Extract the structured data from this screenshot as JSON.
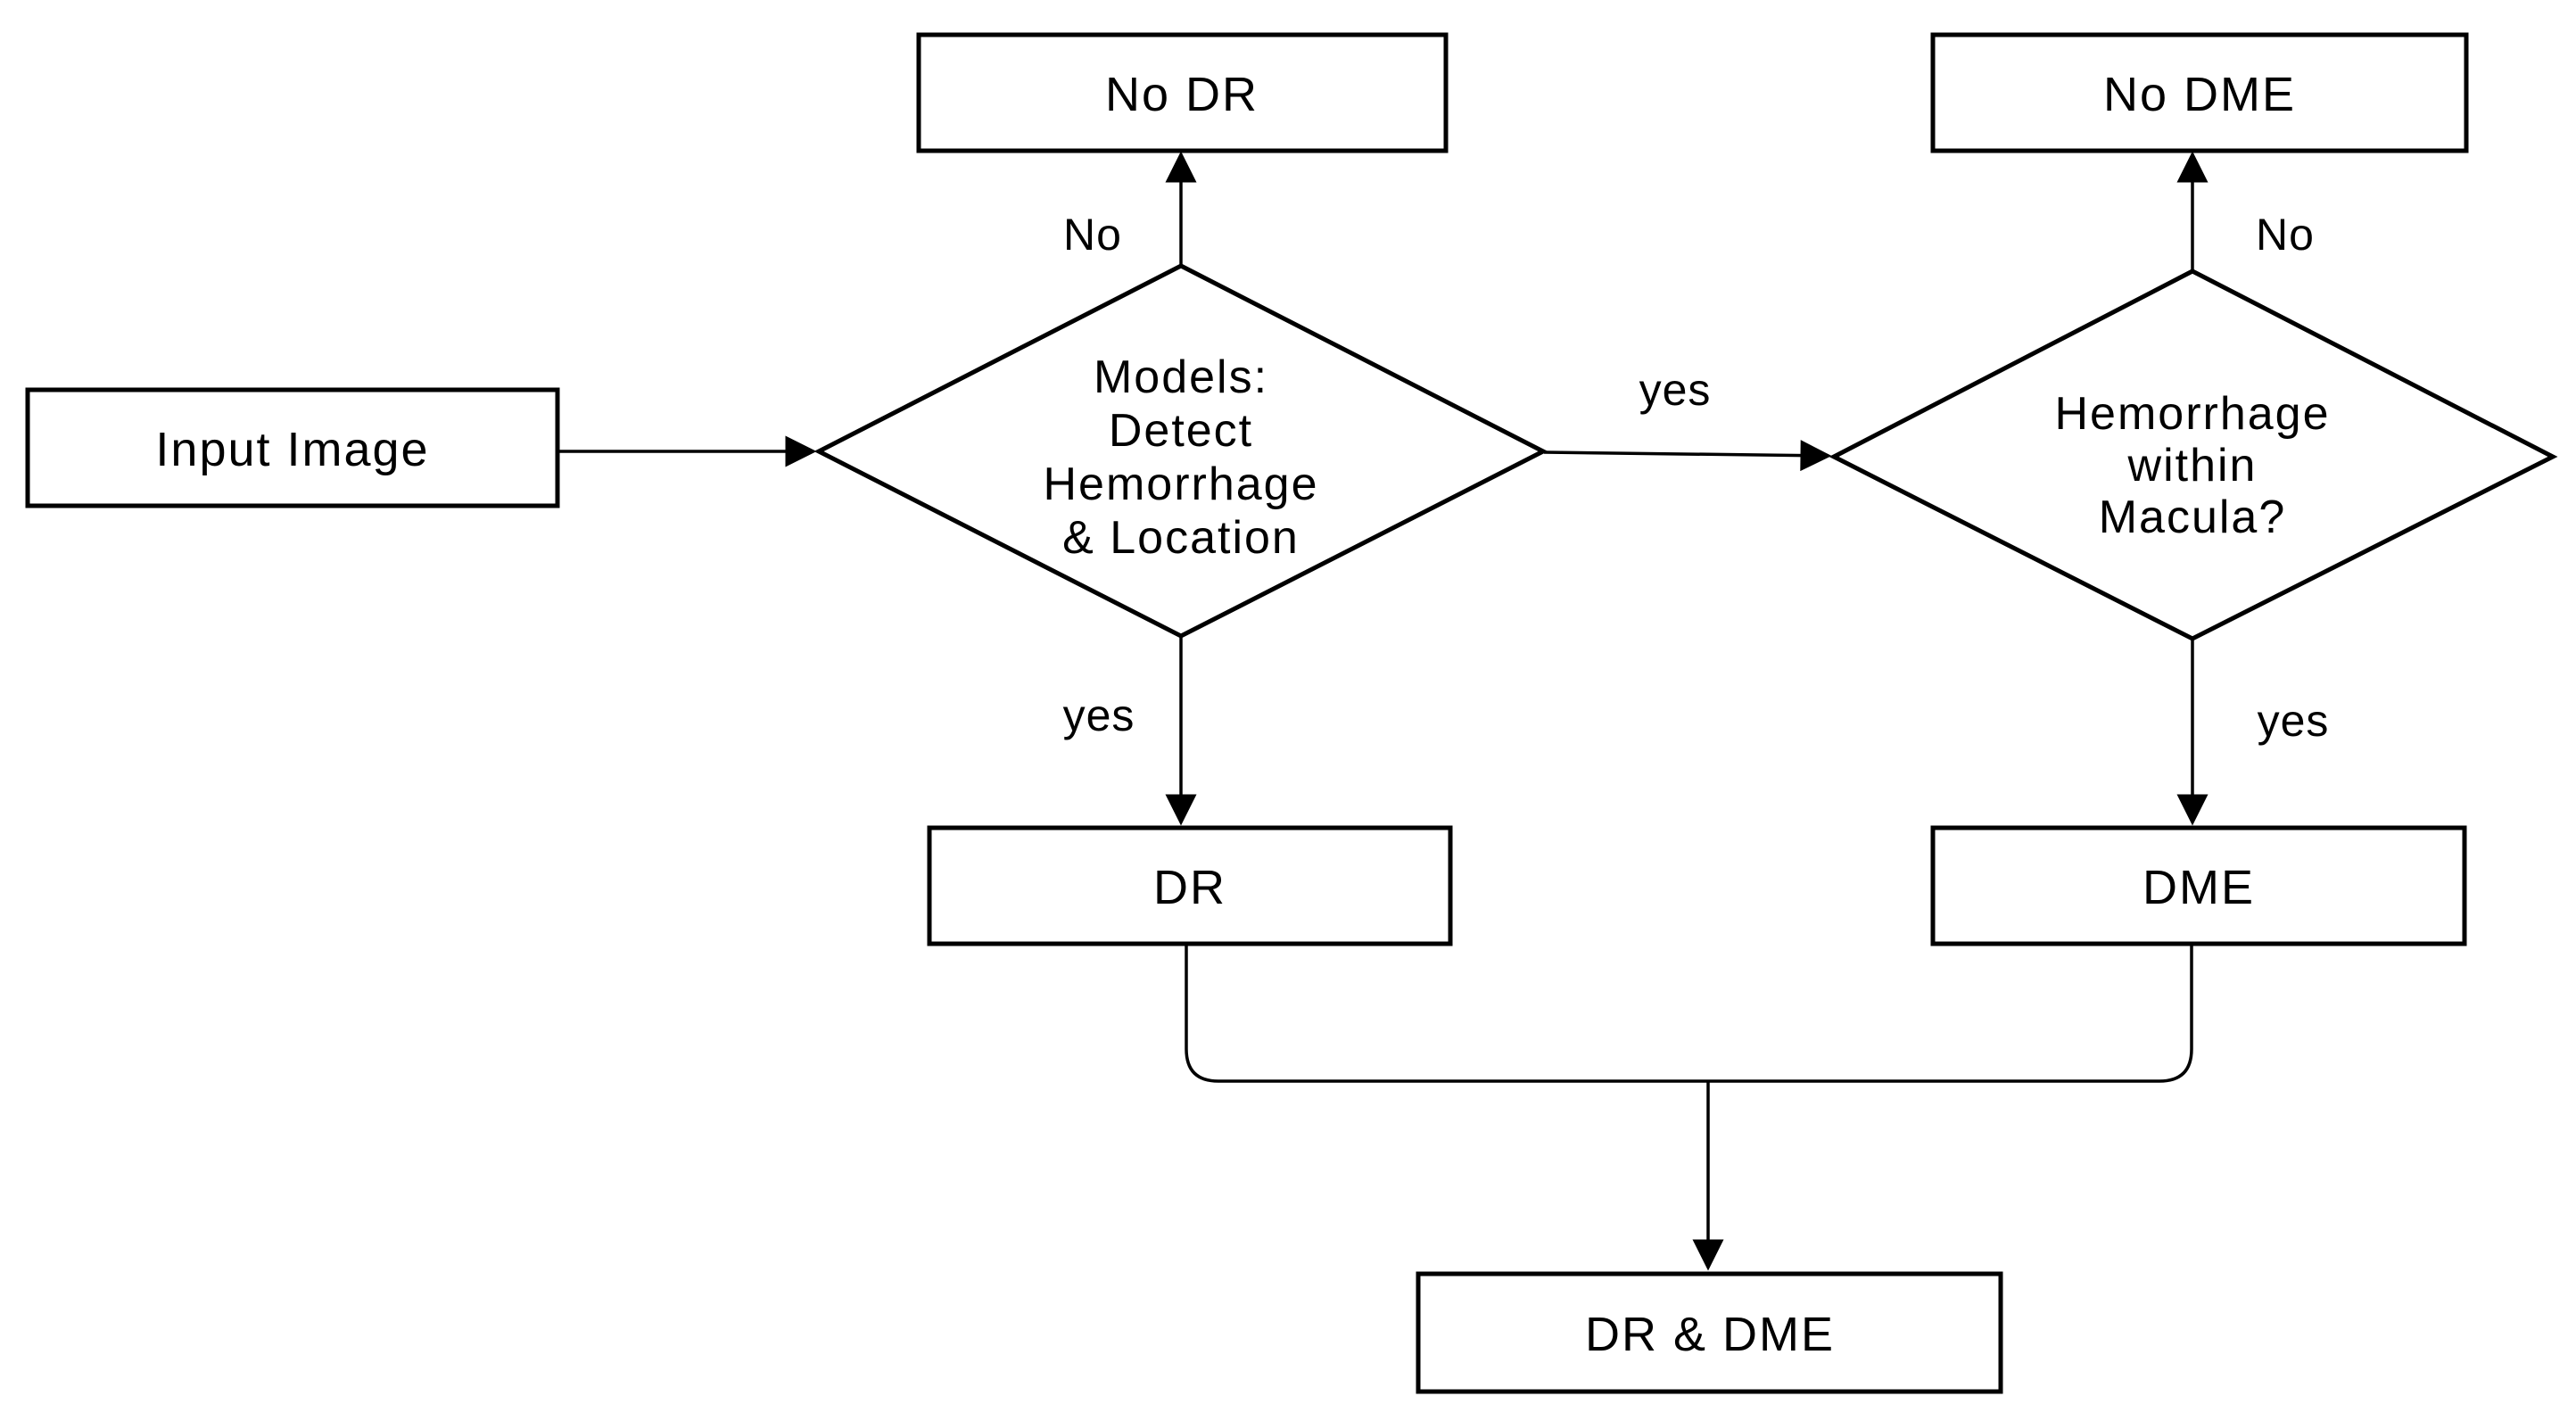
{
  "diagram": {
    "background_color": "#ffffff",
    "line_color": "#000000",
    "text_color": "#000000",
    "nodes": {
      "input_image": {
        "shape": "rectangle",
        "label": "Input Image"
      },
      "detect_hemorrhage": {
        "shape": "diamond",
        "lines": [
          "Models:",
          "Detect",
          "Hemorrhage",
          "& Location"
        ]
      },
      "no_dr": {
        "shape": "rectangle",
        "label": "No DR"
      },
      "dr": {
        "shape": "rectangle",
        "label": "DR"
      },
      "hemorrhage_within_macula": {
        "shape": "diamond",
        "lines": [
          "Hemorrhage",
          "within",
          "Macula?"
        ]
      },
      "no_dme": {
        "shape": "rectangle",
        "label": "No DME"
      },
      "dme": {
        "shape": "rectangle",
        "label": "DME"
      },
      "dr_and_dme": {
        "shape": "rectangle",
        "label": "DR & DME"
      }
    },
    "edge_labels": {
      "detect_no": "No",
      "detect_yes": "yes",
      "detect_to_macula": "yes",
      "macula_no": "No",
      "macula_yes": "yes"
    }
  }
}
